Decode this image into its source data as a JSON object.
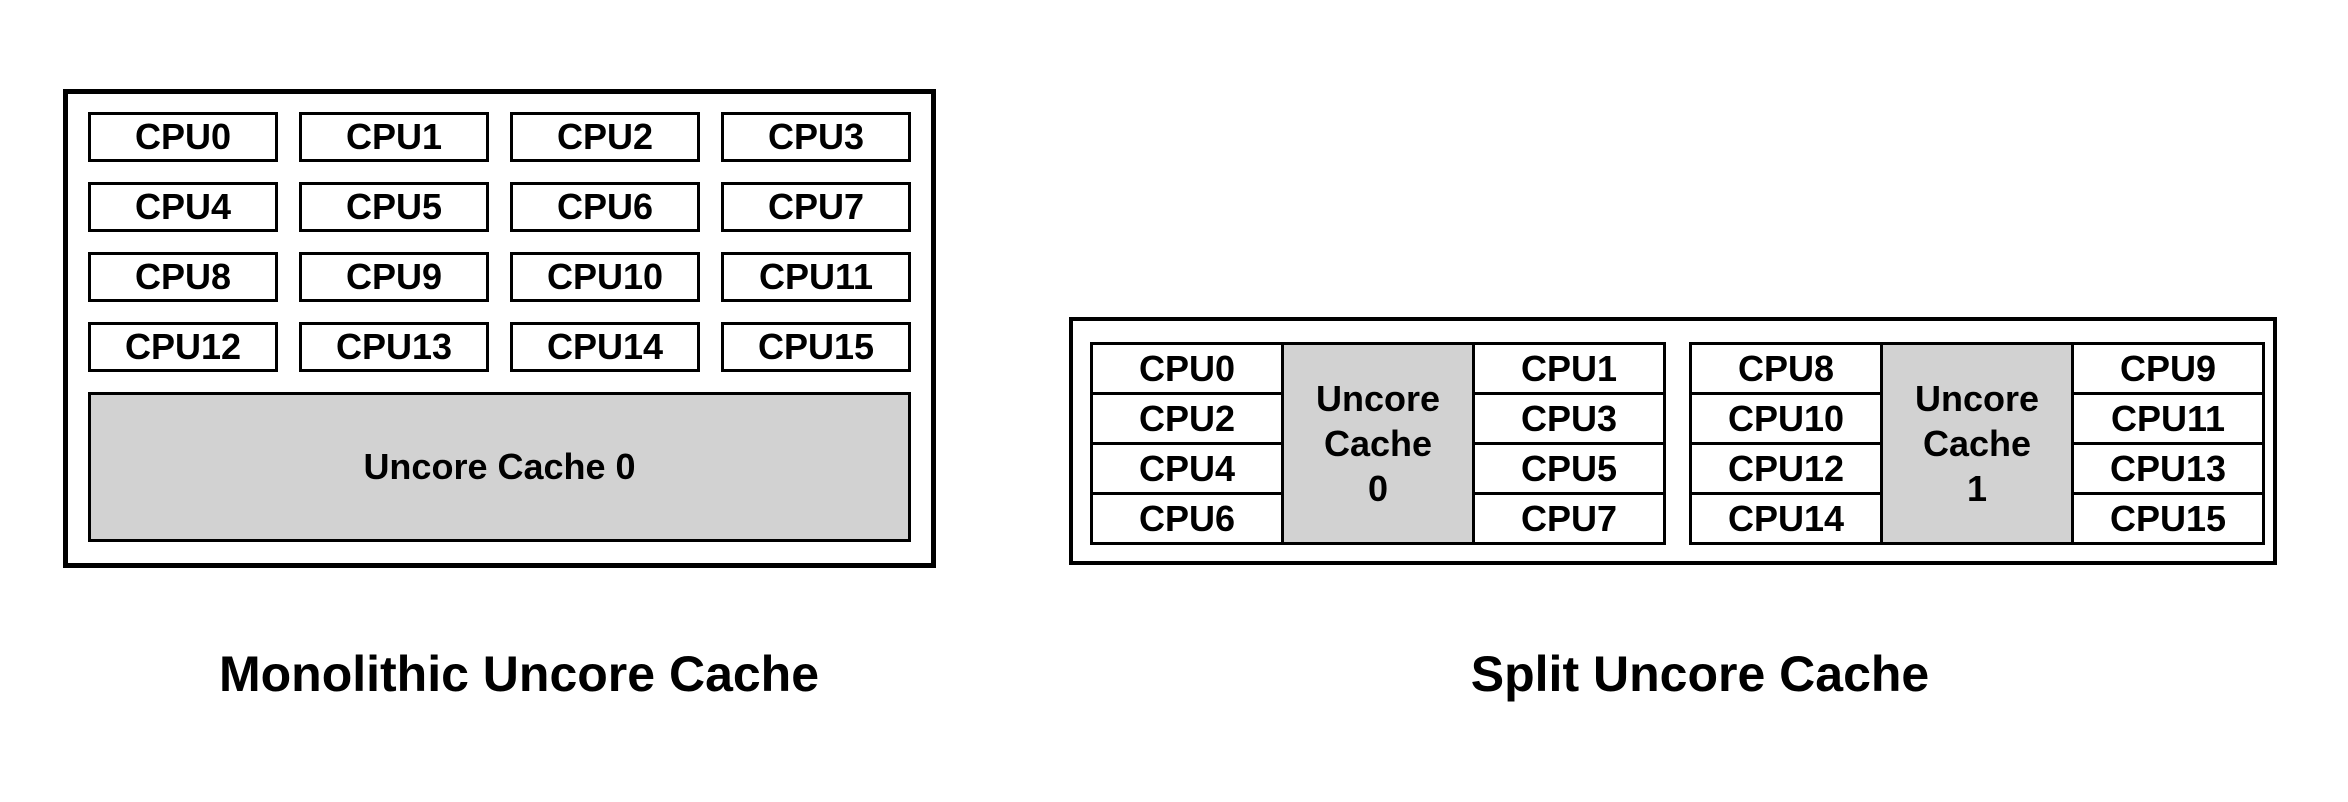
{
  "colors": {
    "cache_fill": "#d2d2d2",
    "border": "#000000",
    "text": "#000000"
  },
  "monolithic": {
    "caption": "Monolithic Uncore Cache",
    "cpus": [
      "CPU0",
      "CPU1",
      "CPU2",
      "CPU3",
      "CPU4",
      "CPU5",
      "CPU6",
      "CPU7",
      "CPU8",
      "CPU9",
      "CPU10",
      "CPU11",
      "CPU12",
      "CPU13",
      "CPU14",
      "CPU15"
    ],
    "cache_label": "Uncore Cache 0"
  },
  "split": {
    "caption": "Split Uncore Cache",
    "groups": [
      {
        "left_cpus": [
          "CPU0",
          "CPU2",
          "CPU4",
          "CPU6"
        ],
        "cache_lines": [
          "Uncore",
          "Cache",
          "0"
        ],
        "right_cpus": [
          "CPU1",
          "CPU3",
          "CPU5",
          "CPU7"
        ]
      },
      {
        "left_cpus": [
          "CPU8",
          "CPU10",
          "CPU12",
          "CPU14"
        ],
        "cache_lines": [
          "Uncore",
          "Cache",
          "1"
        ],
        "right_cpus": [
          "CPU9",
          "CPU11",
          "CPU13",
          "CPU15"
        ]
      }
    ]
  }
}
